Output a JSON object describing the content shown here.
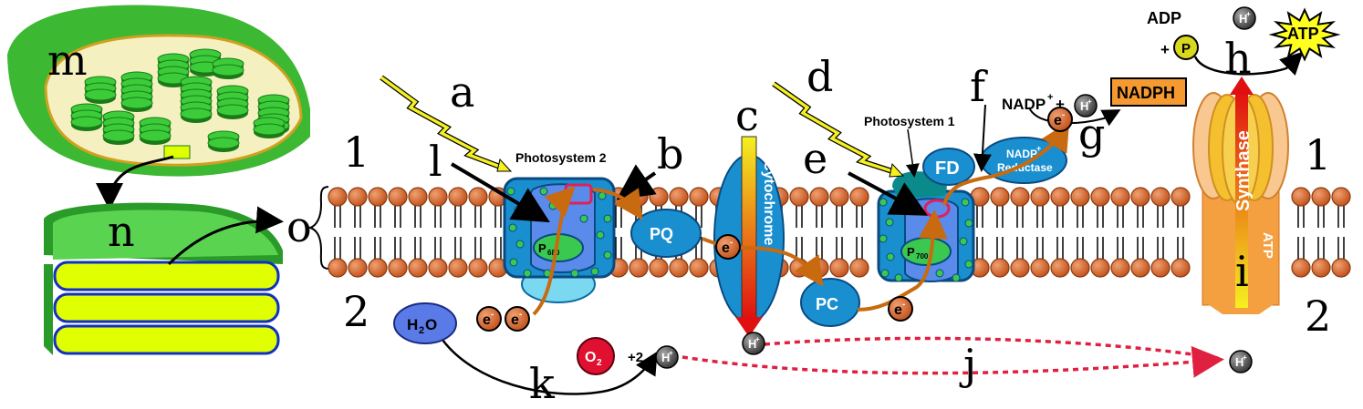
{
  "letters": {
    "a": "a",
    "b": "b",
    "c": "c",
    "d": "d",
    "e": "e",
    "f": "f",
    "g": "g",
    "h": "h",
    "i": "i",
    "j": "j",
    "k": "k",
    "l": "l",
    "m": "m",
    "n": "n",
    "o": "o"
  },
  "sides": {
    "left_top": "1",
    "left_bottom": "2",
    "right_top": "1",
    "right_bottom": "2"
  },
  "labels": {
    "photosystem2": "Photosystem 2",
    "photosystem1": "Photosystem 1",
    "pq": "PQ",
    "pc": "PC",
    "fd": "FD",
    "cytochrome": "Cytochrome",
    "nadp_reductase_1": "NADP",
    "nadp_reductase_sup": "+",
    "nadp_reductase_2": "Reductase",
    "p680_main": "P",
    "p680_sub": "680",
    "p700_main": "P",
    "p700_sub": "700",
    "h2o_main": "H",
    "h2o_sub": "2",
    "h2o_end": "O",
    "o2_main": "O",
    "o2_sub": "2",
    "plus2": "+2",
    "electron": "e",
    "electron_sup": "-",
    "proton": "H",
    "proton_sup": "+",
    "nadp_plus": "NADP",
    "nadp_plus_sup": "+",
    "plus": "+",
    "nadph": "NADPH",
    "adp": "ADP",
    "phosphate": "P",
    "atp_star": "ATP",
    "atp_synthase_1": "ATP",
    "atp_synthase_2": "Synthase"
  },
  "colors": {
    "membrane_head": "#e07a3a",
    "protein_blue": "#1a8fd0",
    "protein_dark": "#0a6aa0",
    "teal": "#0a8a8a",
    "electron_path": "#c86a10",
    "light_arrow": "#f5f020",
    "thylakoid_fill": "#e0ff00",
    "chloroplast_green": "#3cb832",
    "h2o_fill": "#5a7ae8",
    "o2_fill": "#e01030",
    "nadph_fill": "#f59a30",
    "proton_gray": "#555555",
    "phosphate_fill": "#d8d820",
    "atp_star_fill": "#ffff20",
    "synthase_orange": "#f5a040",
    "proton_flow": "#e02040"
  }
}
